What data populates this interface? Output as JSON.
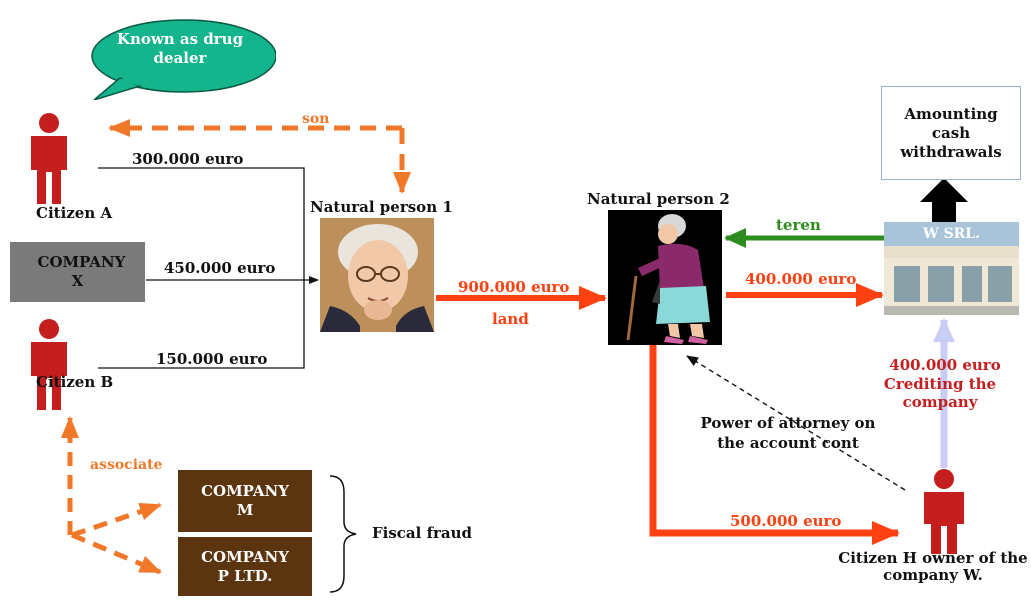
{
  "speech_bubble": {
    "text": "Known as drug dealer"
  },
  "actors": {
    "citizen_a": "Citizen A",
    "citizen_b": "Citizen B",
    "citizen_h": "Citizen H owner of the company W.",
    "natural_person_1": "Natural person 1",
    "natural_person_2": "Natural person 2"
  },
  "companies": {
    "company_x": "COMPANY X",
    "company_m": "COMPANY M",
    "company_p": "COMPANY P LTD.",
    "w_srl": "W SRL."
  },
  "cash_box": "Amounting cash withdrawals",
  "flows": {
    "son": "son",
    "a_to_np1": "300.000 euro",
    "x_to_np1": "450.000 euro",
    "b_to_np1": "150.000 euro",
    "np1_to_np2_amount": "900.000 euro",
    "np1_to_np2_asset": "land",
    "teren": "teren",
    "np2_to_wsrl": "400.000 euro",
    "h_to_wsrl_amount": "400.000 euro",
    "h_to_wsrl_desc": "Crediting the company",
    "np2_to_h": "500.000 euro",
    "power_of_attorney": "Power of attorney on the account cont",
    "associate": "associate",
    "fiscal_fraud": "Fiscal fraud"
  },
  "colors": {
    "money_flow": "#ff4010",
    "relation": "#f07828",
    "person": "#c41e1e",
    "green_flow": "#2e8b1e",
    "speech_bubble": "#14b48c",
    "company_brown": "#5a3510",
    "company_grey": "#7a7a7a",
    "light_blue_flow": "#c8cdf5"
  }
}
